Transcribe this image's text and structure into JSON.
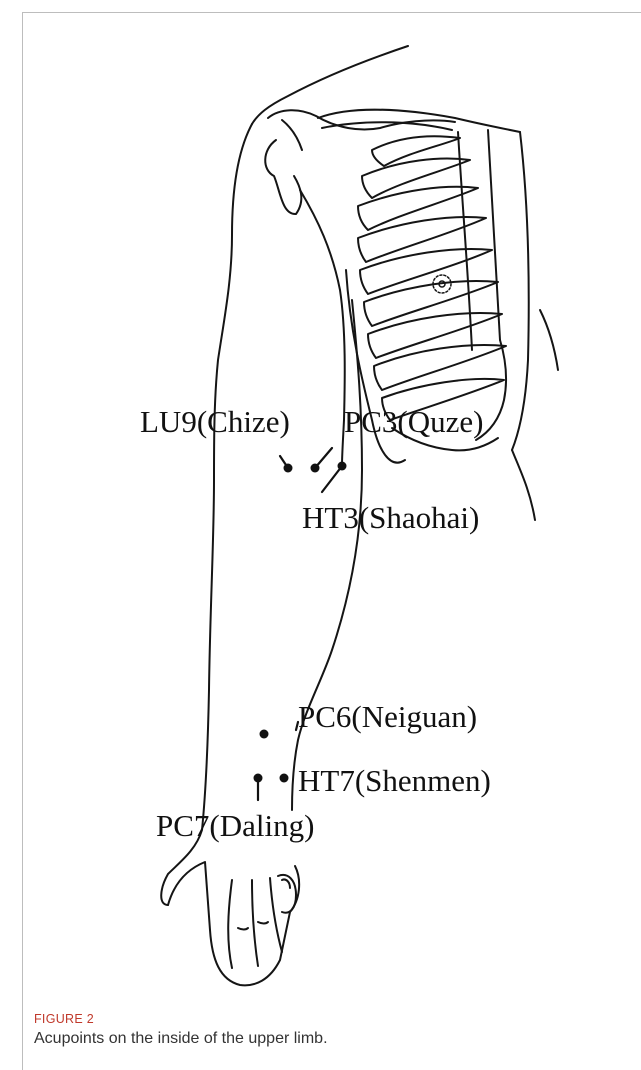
{
  "figure": {
    "label": "FIGURE 2",
    "caption": "Acupoints on the inside of the upper limb.",
    "label_color": "#c0392b"
  },
  "acupoints": [
    {
      "key": "lu9",
      "label": "LU9(Chize)"
    },
    {
      "key": "pc3",
      "label": "PC3(Quze)"
    },
    {
      "key": "ht3",
      "label": "HT3(Shaohai)"
    },
    {
      "key": "pc6",
      "label": "PC6(Neiguan)"
    },
    {
      "key": "ht7",
      "label": "HT7(Shenmen)"
    },
    {
      "key": "pc7",
      "label": "PC7(Daling)"
    }
  ]
}
